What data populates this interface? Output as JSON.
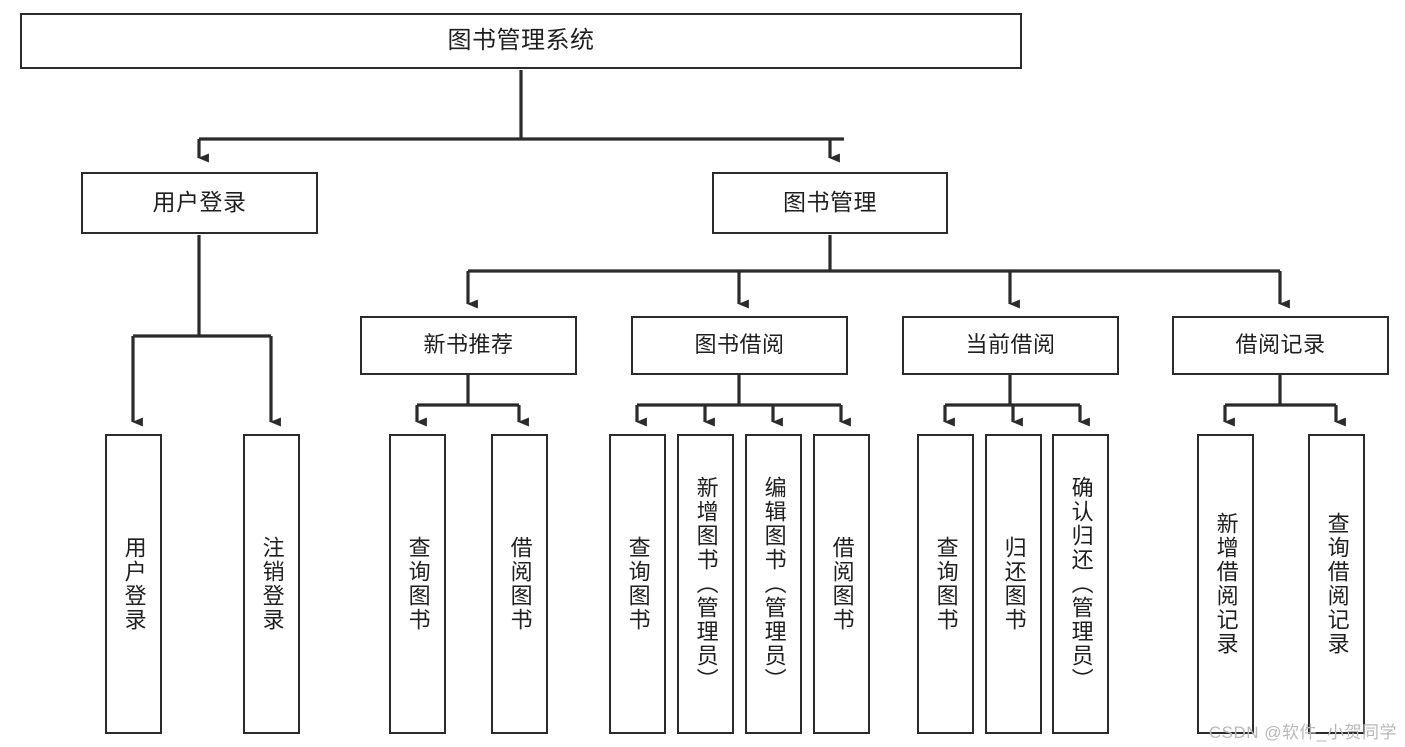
{
  "diagram": {
    "type": "tree-hierarchy",
    "title": "图书管理系统",
    "line_color": "#2b2b2b",
    "box_fill": "#ffffff",
    "text_color": "#1f1f1f",
    "background": "#ffffff",
    "nodes": {
      "root": {
        "label": "图书管理系统"
      },
      "level1": [
        {
          "label": "用户登录"
        },
        {
          "label": "图书管理"
        }
      ],
      "level2": [
        {
          "label": "新书推荐"
        },
        {
          "label": "图书借阅"
        },
        {
          "label": "当前借阅"
        },
        {
          "label": "借阅记录"
        }
      ],
      "leaves": {
        "user_login": [
          {
            "label": "用户登录"
          },
          {
            "label": "注销登录"
          }
        ],
        "new_book_recommend": [
          {
            "label": "查询图书"
          },
          {
            "label": "借阅图书"
          }
        ],
        "book_borrow": [
          {
            "label": "查询图书"
          },
          {
            "label": "新增图书（管理员）"
          },
          {
            "label": "编辑图书（管理员）"
          },
          {
            "label": "借阅图书"
          }
        ],
        "current_borrow": [
          {
            "label": "查询图书"
          },
          {
            "label": "归还图书"
          },
          {
            "label": "确认归还（管理员）"
          }
        ],
        "borrow_record": [
          {
            "label": "新增借阅记录"
          },
          {
            "label": "查询借阅记录"
          }
        ]
      }
    }
  },
  "watermark": {
    "text": "CSDN @软件_小贺同学",
    "color": "#b9b9b9"
  }
}
